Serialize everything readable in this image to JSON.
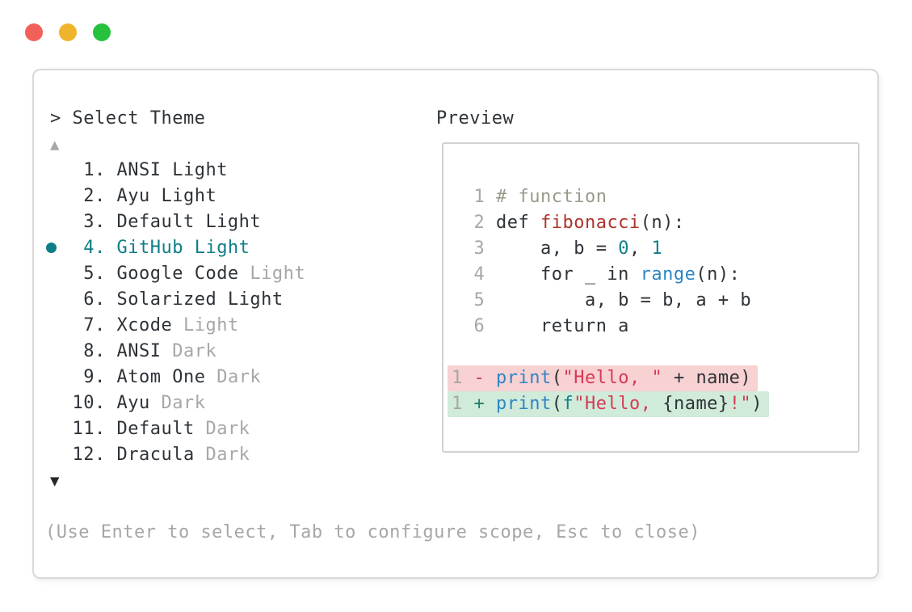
{
  "colors": {
    "text": "#2e3338",
    "muted": "#a7a7a7",
    "accent": "#0e7e86",
    "comment": "#9a9a8c",
    "func": "#ac352b",
    "builtin": "#2e86c5",
    "number": "#0f7f8b",
    "string": "#d63a55",
    "removed_sign": "#c04052",
    "added_sign": "#1e7f68",
    "removed_bg": "#f8d1d2",
    "added_bg": "#d0ebd9",
    "window_border": "#d9d9d9",
    "preview_border": "#d2d2d2"
  },
  "window": {
    "traffic_lights": [
      {
        "name": "close-button",
        "color": "#f2605a"
      },
      {
        "name": "minimize-button",
        "color": "#f0b42c"
      },
      {
        "name": "zoom-button",
        "color": "#27c23d"
      }
    ],
    "prompt": "> Select Theme",
    "scroll_up_icon": "▲",
    "scroll_down_icon": "▼",
    "footer_hint": "(Use Enter to select, Tab to configure scope, Esc to close)"
  },
  "theme_list": {
    "items": [
      {
        "number": 1,
        "name": "ANSI Light",
        "muted_suffix": "",
        "selected": false
      },
      {
        "number": 2,
        "name": "Ayu Light",
        "muted_suffix": "",
        "selected": false
      },
      {
        "number": 3,
        "name": "Default Light",
        "muted_suffix": "",
        "selected": false
      },
      {
        "number": 4,
        "name": "GitHub Light",
        "muted_suffix": "",
        "selected": true
      },
      {
        "number": 5,
        "name": "Google Code",
        "muted_suffix": "Light",
        "selected": false
      },
      {
        "number": 6,
        "name": "Solarized Light",
        "muted_suffix": "",
        "selected": false
      },
      {
        "number": 7,
        "name": "Xcode",
        "muted_suffix": "Light",
        "selected": false
      },
      {
        "number": 8,
        "name": "ANSI",
        "muted_suffix": "Dark",
        "selected": false
      },
      {
        "number": 9,
        "name": "Atom One",
        "muted_suffix": "Dark",
        "selected": false
      },
      {
        "number": 10,
        "name": "Ayu",
        "muted_suffix": "Dark",
        "selected": false
      },
      {
        "number": 11,
        "name": "Default",
        "muted_suffix": "Dark",
        "selected": false
      },
      {
        "number": 12,
        "name": "Dracula",
        "muted_suffix": "Dark",
        "selected": false
      }
    ]
  },
  "preview": {
    "label": "Preview",
    "code_lines": [
      {
        "line_no": "1",
        "tokens": [
          {
            "t": "# function",
            "c": "comment"
          }
        ]
      },
      {
        "line_no": "2",
        "tokens": [
          {
            "t": "def ",
            "c": "text"
          },
          {
            "t": "fibonacci",
            "c": "func"
          },
          {
            "t": "(n):",
            "c": "text"
          }
        ]
      },
      {
        "line_no": "3",
        "tokens": [
          {
            "t": "    a, b = ",
            "c": "text"
          },
          {
            "t": "0",
            "c": "number"
          },
          {
            "t": ", ",
            "c": "text"
          },
          {
            "t": "1",
            "c": "number"
          }
        ]
      },
      {
        "line_no": "4",
        "tokens": [
          {
            "t": "    for _ in ",
            "c": "text"
          },
          {
            "t": "range",
            "c": "builtin"
          },
          {
            "t": "(n):",
            "c": "text"
          }
        ]
      },
      {
        "line_no": "5",
        "tokens": [
          {
            "t": "        a, b = b, a + b",
            "c": "text"
          }
        ]
      },
      {
        "line_no": "6",
        "tokens": [
          {
            "t": "    return a",
            "c": "text"
          }
        ]
      }
    ],
    "diff_lines": [
      {
        "line_no": "1",
        "kind": "removed",
        "sign": "-",
        "tokens": [
          {
            "t": "print",
            "c": "builtin"
          },
          {
            "t": "(",
            "c": "text"
          },
          {
            "t": "\"Hello, \"",
            "c": "string"
          },
          {
            "t": " + name",
            "c": "text"
          },
          {
            "t": ")",
            "c": "text"
          }
        ]
      },
      {
        "line_no": "1",
        "kind": "added",
        "sign": "+",
        "tokens": [
          {
            "t": "print",
            "c": "builtin"
          },
          {
            "t": "(",
            "c": "text"
          },
          {
            "t": "f",
            "c": "fstring"
          },
          {
            "t": "\"Hello, ",
            "c": "string"
          },
          {
            "t": "{name}",
            "c": "text"
          },
          {
            "t": "!\"",
            "c": "string"
          },
          {
            "t": ")",
            "c": "text"
          }
        ]
      }
    ]
  }
}
